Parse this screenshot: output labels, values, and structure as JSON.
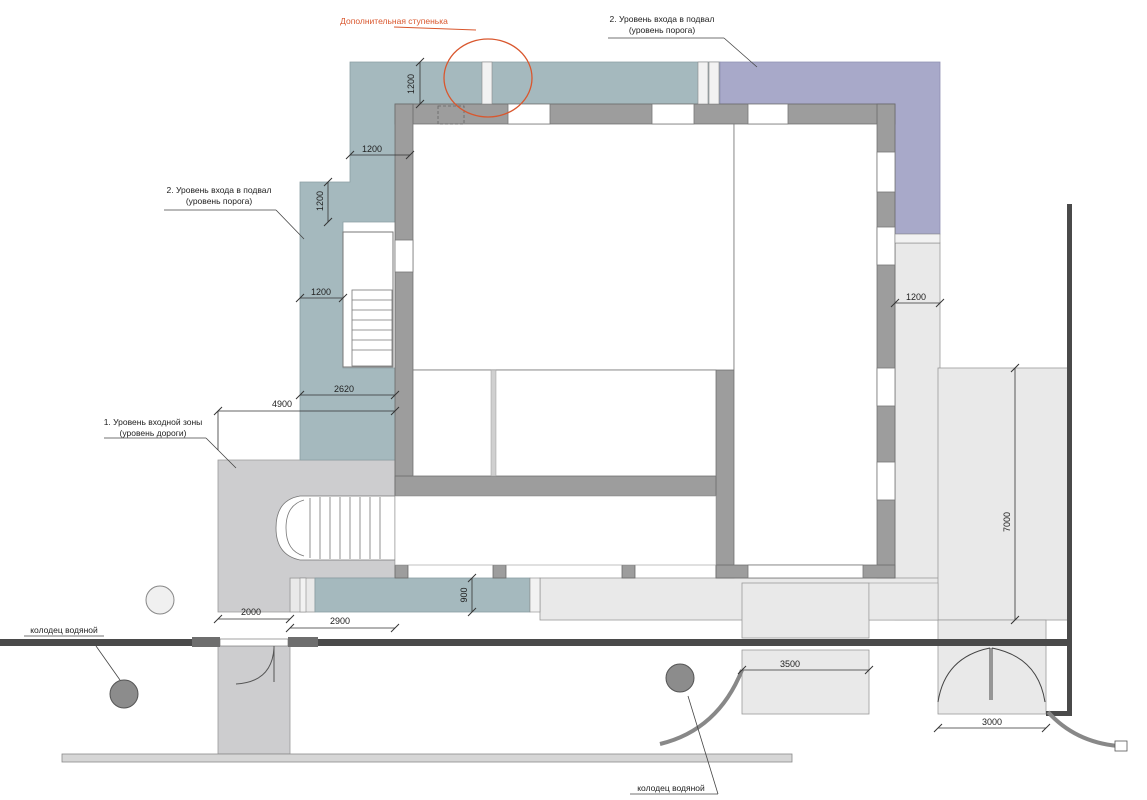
{
  "annotations": {
    "extra_step": "Дополнительная ступенька",
    "basement_level_top_line1": "2. Уровень входа в подвал",
    "basement_level_top_line2": "(уровень порога)",
    "basement_level_left_line1": "2. Уровень входа в подвал",
    "basement_level_left_line2": "(уровень порога)",
    "entry_zone_line1": "1. Уровень входной зоны",
    "entry_zone_line2": "(уровень дороги)",
    "well_left": "колодец водяной",
    "well_bottom": "колодец водяной"
  },
  "dimensions": {
    "d_1200_top": "1200",
    "d_1200_a": "1200",
    "d_1200_b": "1200",
    "d_1200_c": "1200",
    "d_1200_right": "1200",
    "d_4900": "4900",
    "d_2620": "2620",
    "d_2000": "2000",
    "d_2900": "2900",
    "d_900": "900",
    "d_3500": "3500",
    "d_3000": "3000",
    "d_7000": "7000"
  },
  "colors": {
    "path_blue": "#a5b9be",
    "path_violet": "#a8a9c9",
    "wall": "#9d9d9d",
    "light_paving": "#e9e9e9",
    "entry_zone": "#cdcdcf",
    "highlight": "#d9572e",
    "fence": "#4a4a4a"
  }
}
